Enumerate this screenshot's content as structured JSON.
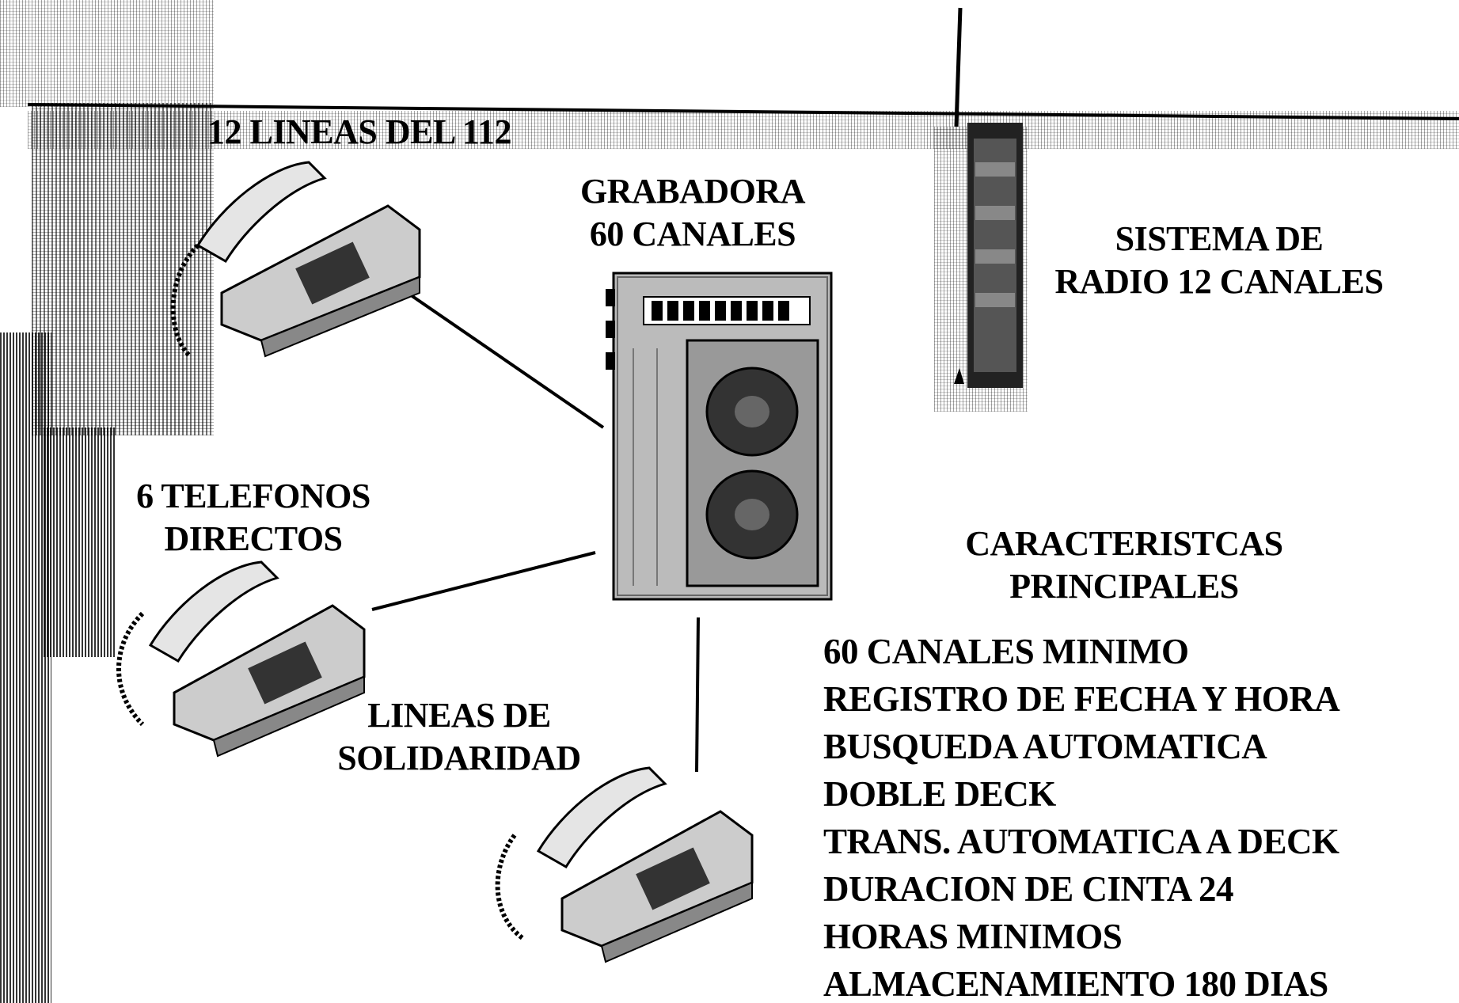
{
  "labels": {
    "lines_112": "12 LINEAS DEL 112",
    "recorder": [
      "GRABADORA",
      "60 CANALES"
    ],
    "radio": [
      "SISTEMA DE",
      "RADIO 12 CANALES"
    ],
    "direct_phones": [
      "6 TELEFONOS",
      "DIRECTOS"
    ],
    "solidarity": [
      "LINEAS DE",
      "SOLIDARIDAD"
    ],
    "features_title": [
      "CARACTERISTCAS",
      "PRINCIPALES"
    ]
  },
  "features": [
    "60 CANALES MINIMO",
    "REGISTRO DE FECHA Y HORA",
    "BUSQUEDA AUTOMATICA",
    "DOBLE DECK",
    "TRANS. AUTOMATICA A DECK",
    "DURACION DE CINTA 24",
    "HORAS MINIMOS",
    "ALMACENAMIENTO 180 DIAS"
  ],
  "colors": {
    "ink": "#000000",
    "background": "#ffffff"
  },
  "icons": [
    "telephone-icon",
    "tape-recorder-icon",
    "radio-unit-icon"
  ]
}
